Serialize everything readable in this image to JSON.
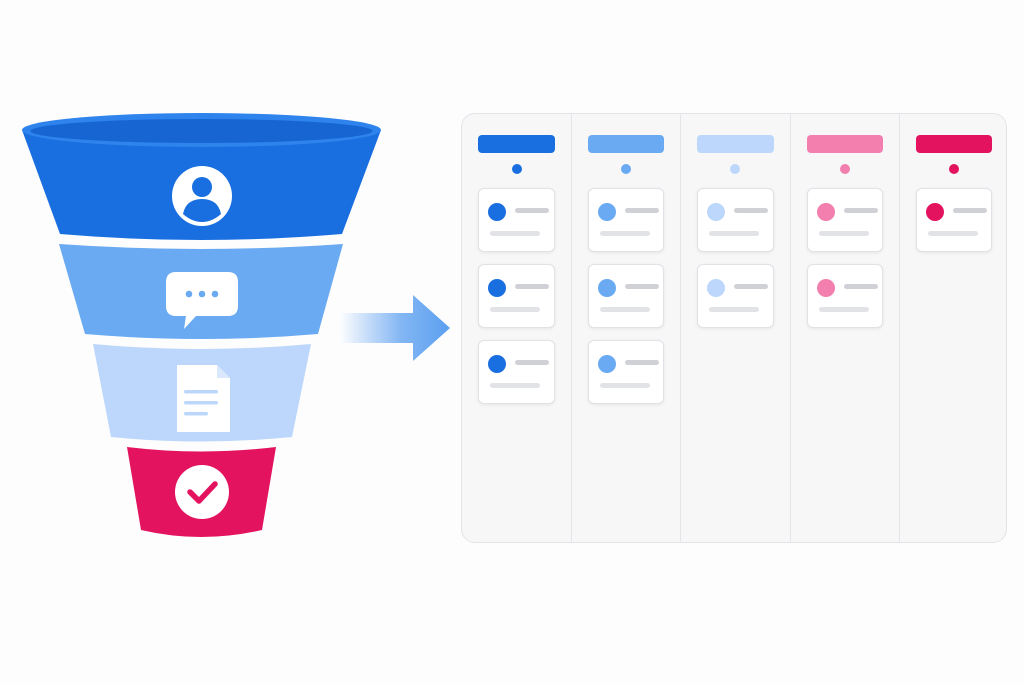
{
  "colors": {
    "stage1": "#1a6fe0",
    "stage2": "#6aaaf2",
    "stage3": "#bcd7fb",
    "stage4": "#f27fad",
    "stage5": "#e3135f"
  },
  "funnel": {
    "stages": [
      {
        "icon": "user-icon",
        "color": "#1a6fe0"
      },
      {
        "icon": "chat-bubble-icon",
        "color": "#6aaaf2"
      },
      {
        "icon": "document-icon",
        "color": "#bcd7fb"
      },
      {
        "icon": "checkmark-icon",
        "color": "#e3135f"
      }
    ]
  },
  "arrow": {
    "icon": "arrow-right-icon",
    "color": "#5b9ff0"
  },
  "board": {
    "columns": [
      {
        "color": "#1a6fe0",
        "card_count": 3
      },
      {
        "color": "#6aaaf2",
        "card_count": 3
      },
      {
        "color": "#bcd7fb",
        "card_count": 2
      },
      {
        "color": "#f27fad",
        "card_count": 2
      },
      {
        "color": "#e3135f",
        "card_count": 1
      }
    ]
  }
}
